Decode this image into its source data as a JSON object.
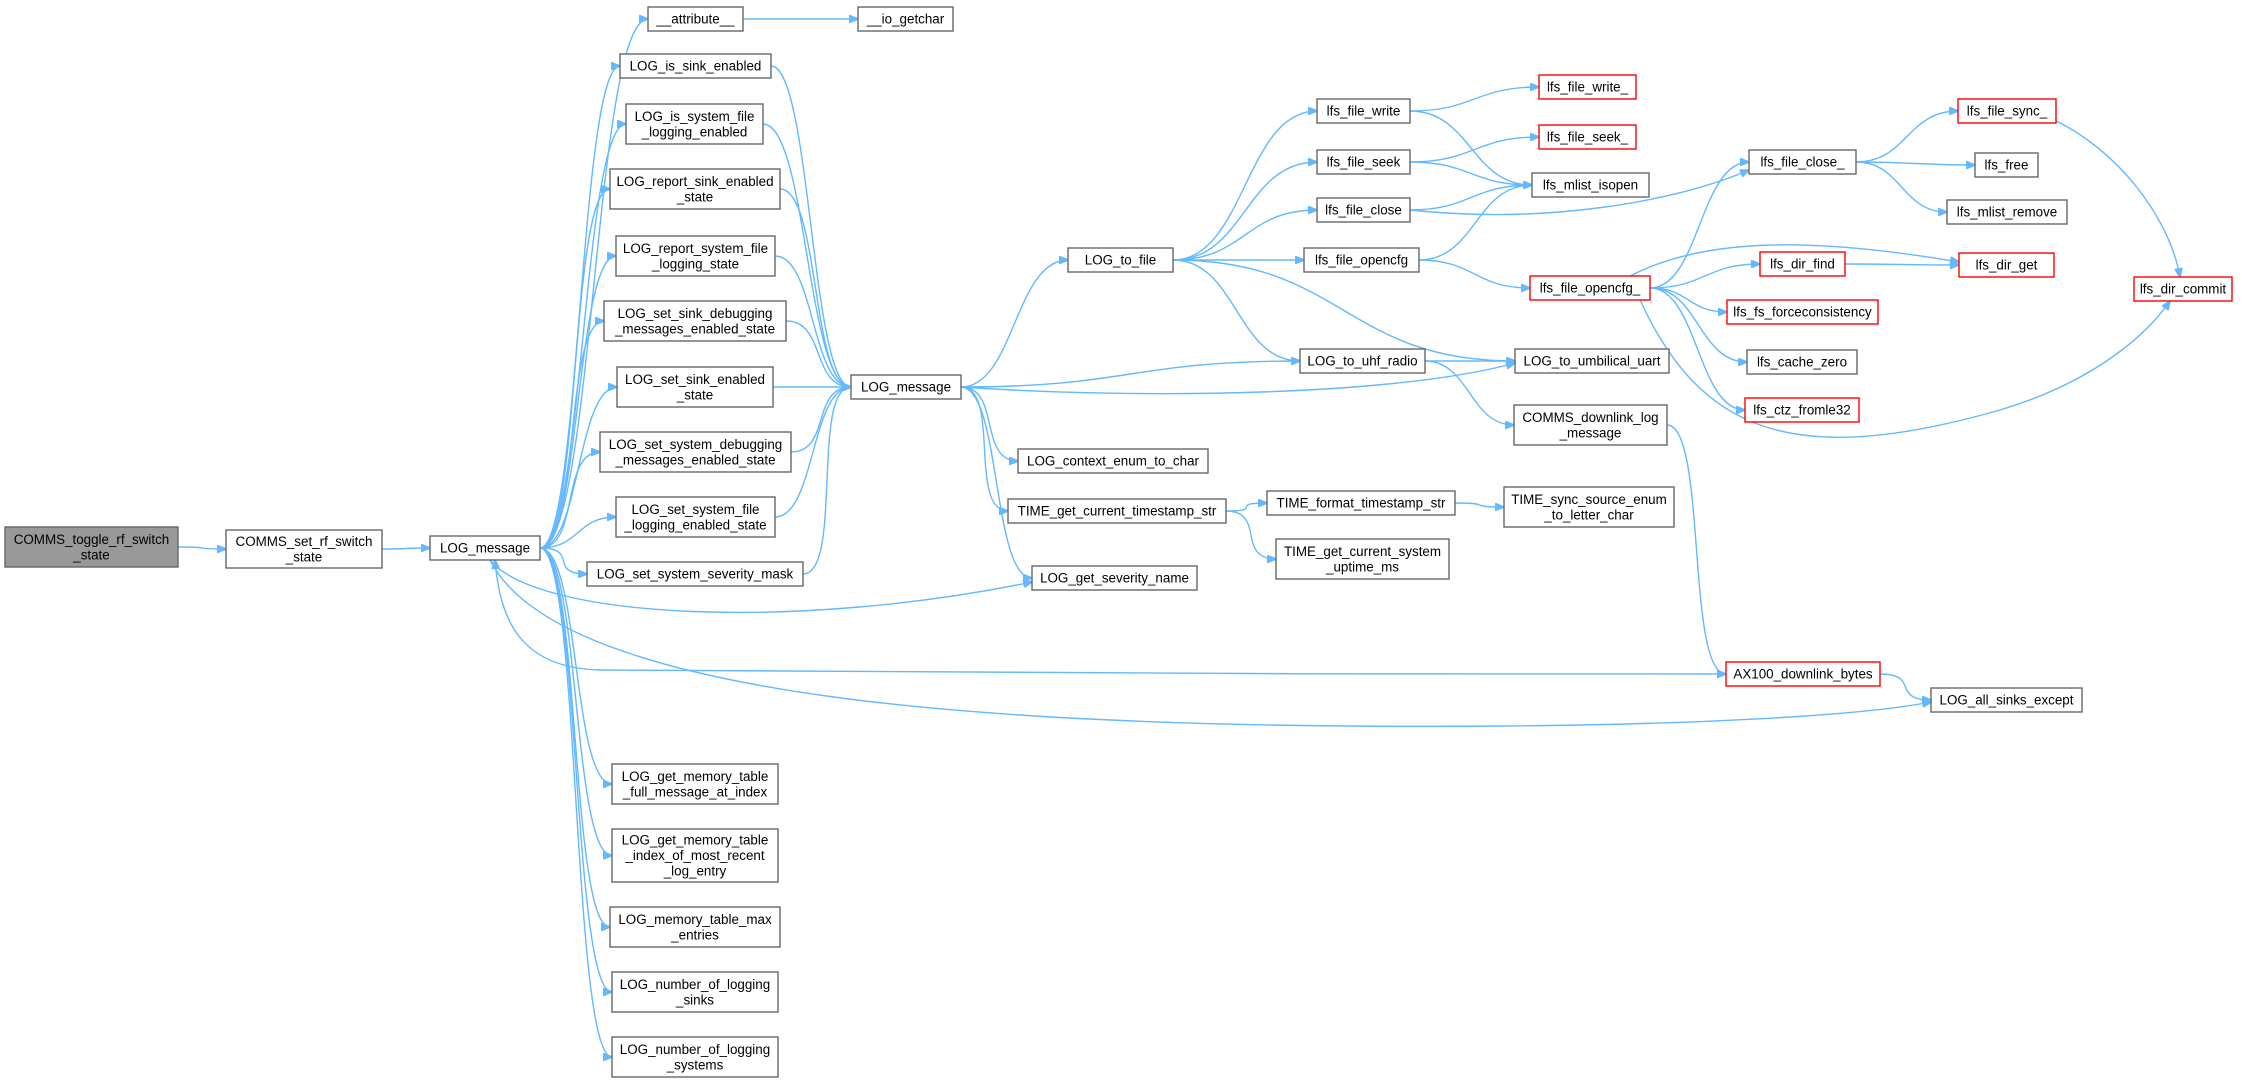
{
  "colors": {
    "edge": "#63b8ff",
    "node_border": "#666666",
    "node_border_truncated": "#ff0000",
    "root_fill": "#999999",
    "node_fill": "#ffffff"
  },
  "diagram": {
    "type": "call-graph",
    "nodes": [
      {
        "id": "root",
        "lines": [
          "COMMS_toggle_rf_switch",
          "_state"
        ],
        "root": true
      },
      {
        "id": "set_rf",
        "lines": [
          "COMMS_set_rf_switch",
          "_state"
        ]
      },
      {
        "id": "logmsg1",
        "lines": [
          "LOG_message"
        ]
      },
      {
        "id": "attr",
        "lines": [
          "__attribute__"
        ]
      },
      {
        "id": "io_getchar",
        "lines": [
          "__io_getchar"
        ]
      },
      {
        "id": "is_sink",
        "lines": [
          "LOG_is_sink_enabled"
        ]
      },
      {
        "id": "is_sysfile",
        "lines": [
          "LOG_is_system_file",
          "_logging_enabled"
        ]
      },
      {
        "id": "report_sink",
        "lines": [
          "LOG_report_sink_enabled",
          "_state"
        ]
      },
      {
        "id": "report_sysfile",
        "lines": [
          "LOG_report_system_file",
          "_logging_state"
        ]
      },
      {
        "id": "set_sink_dbg",
        "lines": [
          "LOG_set_sink_debugging",
          "_messages_enabled_state"
        ]
      },
      {
        "id": "set_sink_en",
        "lines": [
          "LOG_set_sink_enabled",
          "_state"
        ]
      },
      {
        "id": "set_sys_dbg",
        "lines": [
          "LOG_set_system_debugging",
          "_messages_enabled_state"
        ]
      },
      {
        "id": "set_sys_file",
        "lines": [
          "LOG_set_system_file",
          "_logging_enabled_state"
        ]
      },
      {
        "id": "set_sev",
        "lines": [
          "LOG_set_system_severity_mask"
        ]
      },
      {
        "id": "mem_full",
        "lines": [
          "LOG_get_memory_table",
          "_full_message_at_index"
        ]
      },
      {
        "id": "mem_idx",
        "lines": [
          "LOG_get_memory_table",
          "_index_of_most_recent",
          "_log_entry"
        ]
      },
      {
        "id": "mem_max",
        "lines": [
          "LOG_memory_table_max",
          "_entries"
        ]
      },
      {
        "id": "num_sinks",
        "lines": [
          "LOG_number_of_logging",
          "_sinks"
        ]
      },
      {
        "id": "num_sys",
        "lines": [
          "LOG_number_of_logging",
          "_systems"
        ]
      },
      {
        "id": "logmsg2",
        "lines": [
          "LOG_message"
        ]
      },
      {
        "id": "ctx_enum",
        "lines": [
          "LOG_context_enum_to_char"
        ]
      },
      {
        "id": "ts_str",
        "lines": [
          "TIME_get_current_timestamp_str"
        ]
      },
      {
        "id": "sev_name",
        "lines": [
          "LOG_get_severity_name"
        ]
      },
      {
        "id": "to_file",
        "lines": [
          "LOG_to_file"
        ]
      },
      {
        "id": "fmt_ts",
        "lines": [
          "TIME_format_timestamp_str"
        ]
      },
      {
        "id": "uptime",
        "lines": [
          "TIME_get_current_system",
          "_uptime_ms"
        ]
      },
      {
        "id": "sync_enum",
        "lines": [
          "TIME_sync_source_enum",
          "_to_letter_char"
        ]
      },
      {
        "id": "f_write",
        "lines": [
          "lfs_file_write"
        ]
      },
      {
        "id": "f_seek",
        "lines": [
          "lfs_file_seek"
        ]
      },
      {
        "id": "f_close",
        "lines": [
          "lfs_file_close"
        ]
      },
      {
        "id": "f_opencfg",
        "lines": [
          "lfs_file_opencfg"
        ]
      },
      {
        "id": "uhf",
        "lines": [
          "LOG_to_uhf_radio"
        ]
      },
      {
        "id": "f_write_",
        "lines": [
          "lfs_file_write_"
        ],
        "truncated": true
      },
      {
        "id": "f_seek_",
        "lines": [
          "lfs_file_seek_"
        ],
        "truncated": true
      },
      {
        "id": "mlist_isopen",
        "lines": [
          "lfs_mlist_isopen"
        ]
      },
      {
        "id": "f_opencfg_",
        "lines": [
          "lfs_file_opencfg_"
        ],
        "truncated": true
      },
      {
        "id": "umb",
        "lines": [
          "LOG_to_umbilical_uart"
        ]
      },
      {
        "id": "dl_log",
        "lines": [
          "COMMS_downlink_log",
          "_message"
        ]
      },
      {
        "id": "f_close_",
        "lines": [
          "lfs_file_close_"
        ]
      },
      {
        "id": "dir_find",
        "lines": [
          "lfs_dir_find"
        ],
        "truncated": true
      },
      {
        "id": "fs_force",
        "lines": [
          "lfs_fs_forceconsistency"
        ],
        "truncated": true
      },
      {
        "id": "cache_zero",
        "lines": [
          "lfs_cache_zero"
        ]
      },
      {
        "id": "ctz",
        "lines": [
          "lfs_ctz_fromle32"
        ],
        "truncated": true
      },
      {
        "id": "f_sync_",
        "lines": [
          "lfs_file_sync_"
        ],
        "truncated": true
      },
      {
        "id": "lfs_free",
        "lines": [
          "lfs_free"
        ]
      },
      {
        "id": "mlist_remove",
        "lines": [
          "lfs_mlist_remove"
        ]
      },
      {
        "id": "dir_get",
        "lines": [
          "lfs_dir_get"
        ],
        "truncated": true
      },
      {
        "id": "dir_commit",
        "lines": [
          "lfs_dir_commit"
        ],
        "truncated": true
      },
      {
        "id": "ax100",
        "lines": [
          "AX100_downlink_bytes"
        ],
        "truncated": true
      },
      {
        "id": "all_sinks",
        "lines": [
          "LOG_all_sinks_except"
        ]
      }
    ],
    "edges": [
      [
        "root",
        "set_rf"
      ],
      [
        "set_rf",
        "logmsg1"
      ],
      [
        "logmsg1",
        "attr"
      ],
      [
        "attr",
        "io_getchar"
      ],
      [
        "logmsg1",
        "is_sink"
      ],
      [
        "logmsg1",
        "is_sysfile"
      ],
      [
        "logmsg1",
        "report_sink"
      ],
      [
        "logmsg1",
        "report_sysfile"
      ],
      [
        "logmsg1",
        "set_sink_dbg"
      ],
      [
        "logmsg1",
        "set_sink_en"
      ],
      [
        "logmsg1",
        "set_sys_dbg"
      ],
      [
        "logmsg1",
        "set_sys_file"
      ],
      [
        "logmsg1",
        "set_sev"
      ],
      [
        "logmsg1",
        "mem_full"
      ],
      [
        "logmsg1",
        "mem_idx"
      ],
      [
        "logmsg1",
        "mem_max"
      ],
      [
        "logmsg1",
        "num_sinks"
      ],
      [
        "logmsg1",
        "num_sys"
      ],
      [
        "logmsg1",
        "sev_name"
      ],
      [
        "logmsg1",
        "all_sinks"
      ],
      [
        "is_sink",
        "logmsg2"
      ],
      [
        "is_sysfile",
        "logmsg2"
      ],
      [
        "report_sink",
        "logmsg2"
      ],
      [
        "report_sysfile",
        "logmsg2"
      ],
      [
        "set_sink_dbg",
        "logmsg2"
      ],
      [
        "set_sink_en",
        "logmsg2"
      ],
      [
        "set_sys_dbg",
        "logmsg2"
      ],
      [
        "set_sys_file",
        "logmsg2"
      ],
      [
        "set_sev",
        "logmsg2"
      ],
      [
        "logmsg2",
        "to_file"
      ],
      [
        "logmsg2",
        "ctx_enum"
      ],
      [
        "logmsg2",
        "ts_str"
      ],
      [
        "logmsg2",
        "sev_name"
      ],
      [
        "logmsg2",
        "uhf"
      ],
      [
        "logmsg2",
        "umb"
      ],
      [
        "ts_str",
        "fmt_ts"
      ],
      [
        "ts_str",
        "uptime"
      ],
      [
        "fmt_ts",
        "sync_enum"
      ],
      [
        "to_file",
        "f_write"
      ],
      [
        "to_file",
        "f_seek"
      ],
      [
        "to_file",
        "f_close"
      ],
      [
        "to_file",
        "f_opencfg"
      ],
      [
        "to_file",
        "uhf"
      ],
      [
        "to_file",
        "umb"
      ],
      [
        "f_write",
        "f_write_"
      ],
      [
        "f_write",
        "mlist_isopen"
      ],
      [
        "f_seek",
        "f_seek_"
      ],
      [
        "f_seek",
        "mlist_isopen"
      ],
      [
        "f_close",
        "mlist_isopen"
      ],
      [
        "f_close",
        "f_close_"
      ],
      [
        "f_opencfg",
        "mlist_isopen"
      ],
      [
        "f_opencfg",
        "f_opencfg_"
      ],
      [
        "uhf",
        "umb"
      ],
      [
        "uhf",
        "dl_log"
      ],
      [
        "dl_log",
        "ax100"
      ],
      [
        "f_opencfg_",
        "f_close_"
      ],
      [
        "f_opencfg_",
        "dir_get"
      ],
      [
        "f_opencfg_",
        "dir_find"
      ],
      [
        "f_opencfg_",
        "fs_force"
      ],
      [
        "f_opencfg_",
        "cache_zero"
      ],
      [
        "f_opencfg_",
        "ctz"
      ],
      [
        "f_opencfg_",
        "dir_commit"
      ],
      [
        "f_close_",
        "f_sync_"
      ],
      [
        "f_close_",
        "lfs_free"
      ],
      [
        "f_close_",
        "mlist_remove"
      ],
      [
        "f_sync_",
        "dir_commit"
      ],
      [
        "dir_find",
        "dir_get"
      ],
      [
        "ax100",
        "logmsg1"
      ],
      [
        "ax100",
        "all_sinks"
      ]
    ]
  }
}
